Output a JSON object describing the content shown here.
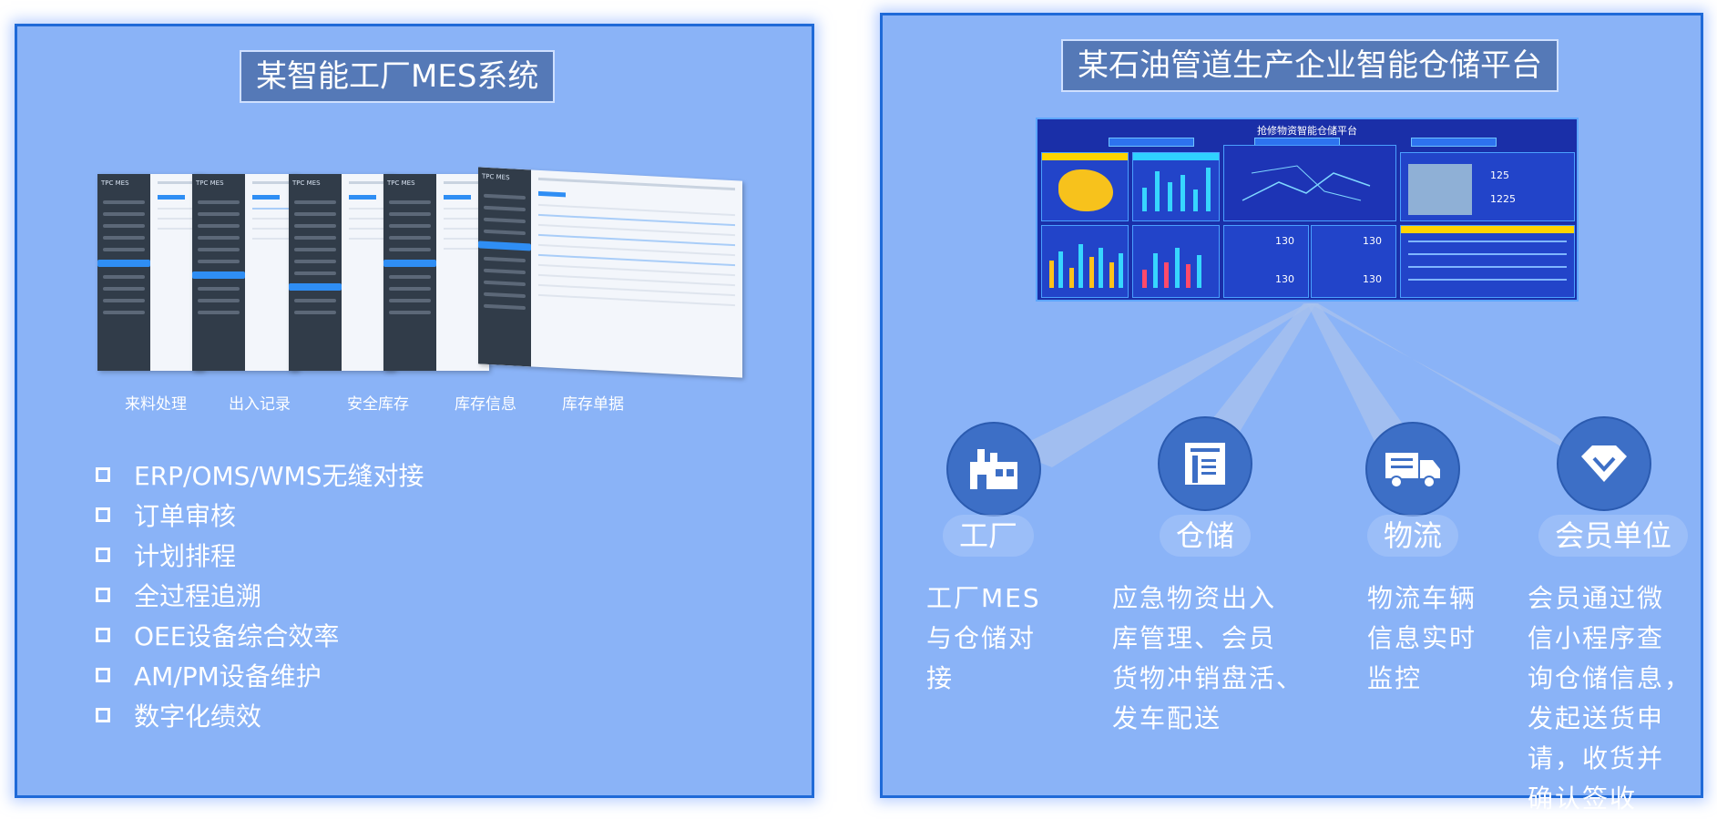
{
  "left": {
    "title": "某智能工厂MES系统",
    "screens": [
      {
        "caption": "来料处理"
      },
      {
        "caption": "出入记录"
      },
      {
        "caption": "安全库存"
      },
      {
        "caption": "库存信息"
      },
      {
        "caption": "库存单据"
      }
    ],
    "features": [
      "ERP/OMS/WMS无缝对接",
      "订单审核",
      "计划排程",
      "全过程追溯",
      "OEE设备综合效率",
      "AM/PM设备维护",
      "数字化绩效"
    ]
  },
  "right": {
    "title": "某石油管道生产企业智能仓储平台",
    "dashboard": {
      "title": "抢修物资智能仓储平台",
      "stat1": "125",
      "stat2": "1225",
      "cell_values": [
        "130",
        "130",
        "130",
        "130"
      ]
    },
    "nodes": [
      {
        "label": "工厂",
        "icon": "factory-icon",
        "desc": [
          "工厂MES",
          "与仓储对",
          "接"
        ]
      },
      {
        "label": "仓储",
        "icon": "warehouse-icon",
        "desc": [
          "应急物资出入",
          "库管理、会员",
          "货物冲销盘活、",
          "发车配送"
        ]
      },
      {
        "label": "物流",
        "icon": "truck-icon",
        "desc": [
          "物流车辆",
          "信息实时",
          "监控"
        ]
      },
      {
        "label": "会员单位",
        "icon": "diamond-icon",
        "desc": [
          "会员通过微",
          "信小程序查",
          "询仓储信息，",
          "发起送货申",
          "请，收货并",
          "确认签收"
        ]
      }
    ]
  }
}
